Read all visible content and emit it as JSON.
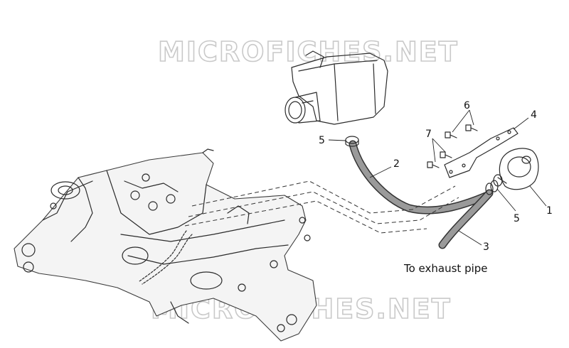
{
  "watermarks": [
    "MICROFICHES.NET",
    "MICROFICHES.NET"
  ],
  "callouts": {
    "c1": "1",
    "c2": "2",
    "c3": "3",
    "c4": "4",
    "c5a": "5",
    "c5b": "5",
    "c6": "6",
    "c7": "7"
  },
  "note": "To exhaust pipe",
  "colors": {
    "line": "#2b2b2b",
    "watermark": "#c9c9c9",
    "frame_fill": "#f4f4f4"
  }
}
